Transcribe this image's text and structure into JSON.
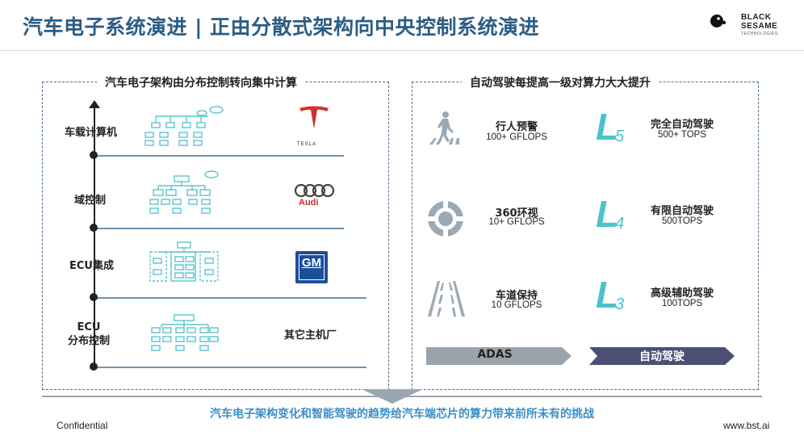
{
  "header": {
    "title": "汽车电子系统演进 | 正由分散式架构向中央控制系统演进",
    "logo": {
      "line1": "BLACK",
      "line2": "SESAME",
      "line3": "TECHNOLOGIES"
    }
  },
  "left_panel": {
    "title": "汽车电子架构由分布控制转向集中计算",
    "levels": [
      {
        "label": "车载计算机",
        "example": "TESLA",
        "icon": "tesla-logo"
      },
      {
        "label": "域控制",
        "example": "Audi",
        "icon": "audi-logo"
      },
      {
        "label": "ECU集成",
        "example": "GM",
        "icon": "gm-logo"
      },
      {
        "label_line1": "ECU",
        "label_line2": "分布控制",
        "example": "其它主机厂",
        "icon": "none"
      }
    ]
  },
  "right_panel": {
    "title": "自动驾驶每提高一级对算力大大提升",
    "requirements": [
      {
        "name": "行人预警",
        "value": "100+ GFLOPS",
        "icon": "pedestrian-crossing-icon"
      },
      {
        "name": "360环视",
        "value": "10+ GFLOPS",
        "icon": "surround-view-icon"
      },
      {
        "name": "车道保持",
        "value": "10 GFLOPS",
        "icon": "lane-keeping-icon"
      }
    ],
    "levels": [
      {
        "badge": "L",
        "sub": "5",
        "name": "完全自动驾驶",
        "value": "500+ TOPS"
      },
      {
        "badge": "L",
        "sub": "4",
        "name": "有限自动驾驶",
        "value": "500TOPS"
      },
      {
        "badge": "L",
        "sub": "3",
        "name": "高级辅助驾驶",
        "value": "100TOPS"
      }
    ],
    "chevrons": {
      "left": "ADAS",
      "right": "自动驾驶"
    }
  },
  "footer": {
    "conclusion": "汽车电子架构变化和智能驾驶的趋势给汽车端芯片的算力带来前所未有的挑战",
    "confidential": "Confidential",
    "website": "www.bst.ai"
  },
  "colors": {
    "title": "#2c5d85",
    "accent_teal": "#5cc5cf",
    "level_badge": "#4cc3c9",
    "chevron_left": "#9aa3ab",
    "chevron_right": "#4a4f73",
    "conclusion": "#3b8fc8"
  }
}
